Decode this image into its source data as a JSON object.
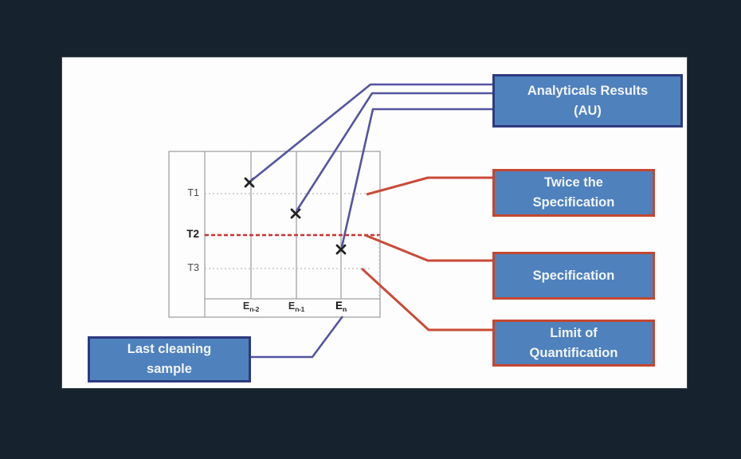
{
  "slide": {
    "chart": {
      "y_ticks": [
        {
          "label": "T1",
          "bold": false
        },
        {
          "label": "T2",
          "bold": true
        },
        {
          "label": "T3",
          "bold": false
        }
      ],
      "x_ticks": [
        {
          "base": "E",
          "sub": "n-2",
          "bold": false
        },
        {
          "base": "E",
          "sub": "n-1",
          "bold": false
        },
        {
          "base": "E",
          "sub": "n",
          "bold": true
        }
      ]
    },
    "callouts": {
      "analytical_results": "Analyticals Results\n(AU)",
      "twice_specification": "Twice the\nSpecification",
      "specification": "Specification",
      "limit_of_quantification": "Limit of\nQuantification",
      "last_cleaning_sample": "Last cleaning\nsample"
    },
    "figure_data": {
      "type": "scatter",
      "description": "Schematic trend of analytical results (AU) for successive cleaning samples versus threshold lines",
      "x_categories": [
        "En-2",
        "En-1",
        "En"
      ],
      "points": [
        {
          "x": "En-2",
          "level": "above T1"
        },
        {
          "x": "En-1",
          "level": "between T1 and T2"
        },
        {
          "x": "En",
          "level": "between T2 and T3"
        }
      ],
      "reference_lines": [
        {
          "tick": "T1",
          "meaning": "Twice the Specification",
          "style": "gray dotted"
        },
        {
          "tick": "T2",
          "meaning": "Specification",
          "style": "red dashed"
        },
        {
          "tick": "T3",
          "meaning": "Limit of Quantification",
          "style": "gray dotted"
        }
      ]
    },
    "colors": {
      "background": "#16232E",
      "slide": "#FDFDFD",
      "box_fill": "#4F81BD",
      "navy_border": "#2E3A80",
      "red_border": "#C4472F",
      "blue_line": "#5454A0",
      "red_line": "#C94B38",
      "t2_dash_red": "#CC3333",
      "grid_gray": "#A0A2A5"
    }
  }
}
